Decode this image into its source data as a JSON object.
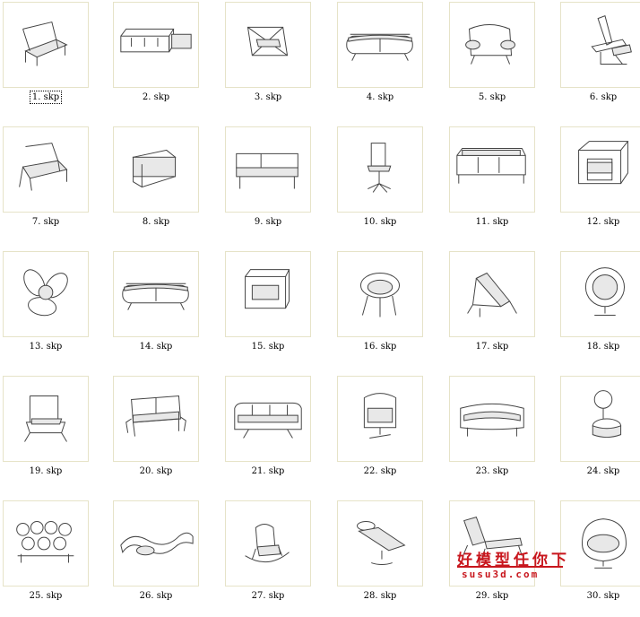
{
  "files": [
    {
      "label": "1. skp",
      "icon": "lounge-chair-icon",
      "selected": true
    },
    {
      "label": "2. skp",
      "icon": "sofa-with-table-icon"
    },
    {
      "label": "3. skp",
      "icon": "x-frame-chair-icon"
    },
    {
      "label": "4. skp",
      "icon": "long-sofa-icon"
    },
    {
      "label": "5. skp",
      "icon": "armchair-round-icon"
    },
    {
      "label": "6. skp",
      "icon": "recliner-icon"
    },
    {
      "label": "7. skp",
      "icon": "armchair-icon"
    },
    {
      "label": "8. skp",
      "icon": "box-armchair-icon"
    },
    {
      "label": "9. skp",
      "icon": "bench-sofa-icon"
    },
    {
      "label": "10. skp",
      "icon": "swivel-chair-icon"
    },
    {
      "label": "11. skp",
      "icon": "three-seat-sofa-icon"
    },
    {
      "label": "12. skp",
      "icon": "cube-armchair-icon"
    },
    {
      "label": "13. skp",
      "icon": "flower-chair-icon"
    },
    {
      "label": "14. skp",
      "icon": "long-sofa-icon"
    },
    {
      "label": "15. skp",
      "icon": "club-chair-icon"
    },
    {
      "label": "16. skp",
      "icon": "bowl-chair-icon"
    },
    {
      "label": "17. skp",
      "icon": "lounge-recliner-icon"
    },
    {
      "label": "18. skp",
      "icon": "ball-chair-icon"
    },
    {
      "label": "19. skp",
      "icon": "frame-chair-icon"
    },
    {
      "label": "20. skp",
      "icon": "two-seat-sofa-icon"
    },
    {
      "label": "21. skp",
      "icon": "sofa-icon"
    },
    {
      "label": "22. skp",
      "icon": "tub-chair-icon"
    },
    {
      "label": "23. skp",
      "icon": "curved-sofa-icon"
    },
    {
      "label": "24. skp",
      "icon": "stool-and-lamp-icon"
    },
    {
      "label": "25. skp",
      "icon": "marshmallow-sofa-icon"
    },
    {
      "label": "26. skp",
      "icon": "serpentine-sofa-icon"
    },
    {
      "label": "27. skp",
      "icon": "rocking-chair-icon"
    },
    {
      "label": "28. skp",
      "icon": "chaise-lounge-icon"
    },
    {
      "label": "29. skp",
      "icon": "deck-chair-icon"
    },
    {
      "label": "30. skp",
      "icon": "egg-chair-icon"
    }
  ],
  "watermark": {
    "title": "好模型任你下",
    "url": "susu3d.com",
    "color": "#c8161d"
  }
}
